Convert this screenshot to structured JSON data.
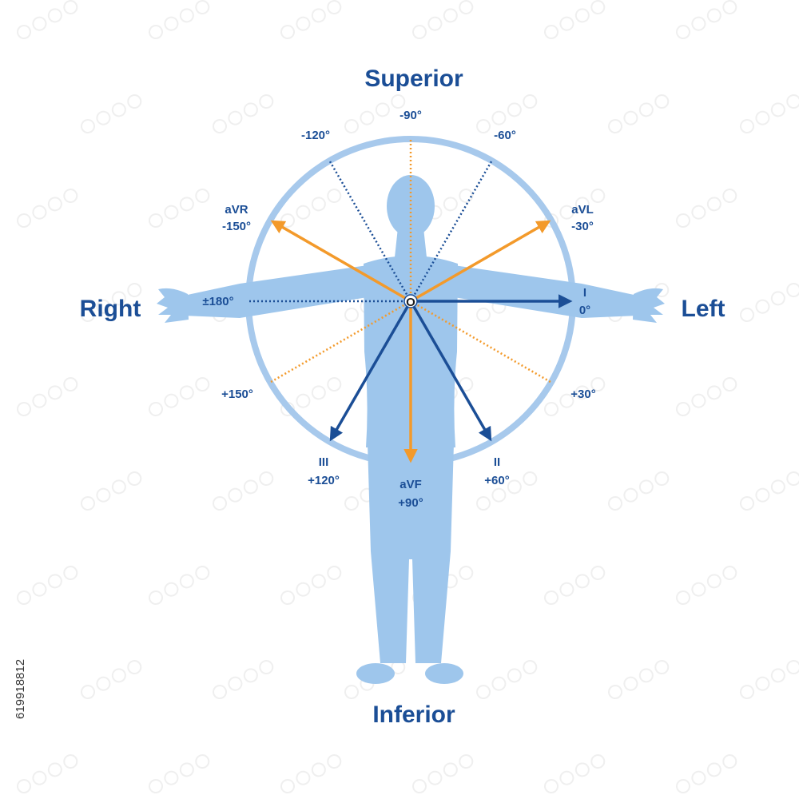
{
  "colors": {
    "body": "#9ec6ec",
    "circle": "#a7c9ec",
    "blue": "#1b4e96",
    "orange": "#f39a2b",
    "text": "#1b4e96",
    "watermark": "#e2e2e2"
  },
  "directions": {
    "superior": "Superior",
    "inferior": "Inferior",
    "right": "Right",
    "left": "Left"
  },
  "center_label": "O",
  "angles": {
    "m90": "-90°",
    "m120": "-120°",
    "m60": "-60°",
    "p180": "±180°",
    "p150": "+150°",
    "p30": "+30°"
  },
  "leads": {
    "I": {
      "name": "I",
      "angle": "0°",
      "deg": 0,
      "color": "blue"
    },
    "II": {
      "name": "II",
      "angle": "+60°",
      "deg": 60,
      "color": "blue"
    },
    "III": {
      "name": "III",
      "angle": "+120°",
      "deg": 120,
      "color": "blue"
    },
    "aVR": {
      "name": "aVR",
      "angle": "-150°",
      "deg": -150,
      "color": "orange"
    },
    "aVL": {
      "name": "aVL",
      "angle": "-30°",
      "deg": -30,
      "color": "orange"
    },
    "aVF": {
      "name": "aVF",
      "angle": "+90°",
      "deg": 90,
      "color": "orange"
    }
  },
  "dotted_axes": [
    {
      "deg": -90,
      "color": "orange"
    },
    {
      "deg": -120,
      "color": "blue"
    },
    {
      "deg": -60,
      "color": "blue"
    },
    {
      "deg": 180,
      "color": "blue"
    },
    {
      "deg": 150,
      "color": "orange"
    },
    {
      "deg": 30,
      "color": "orange"
    }
  ],
  "stock_id": "619918812"
}
